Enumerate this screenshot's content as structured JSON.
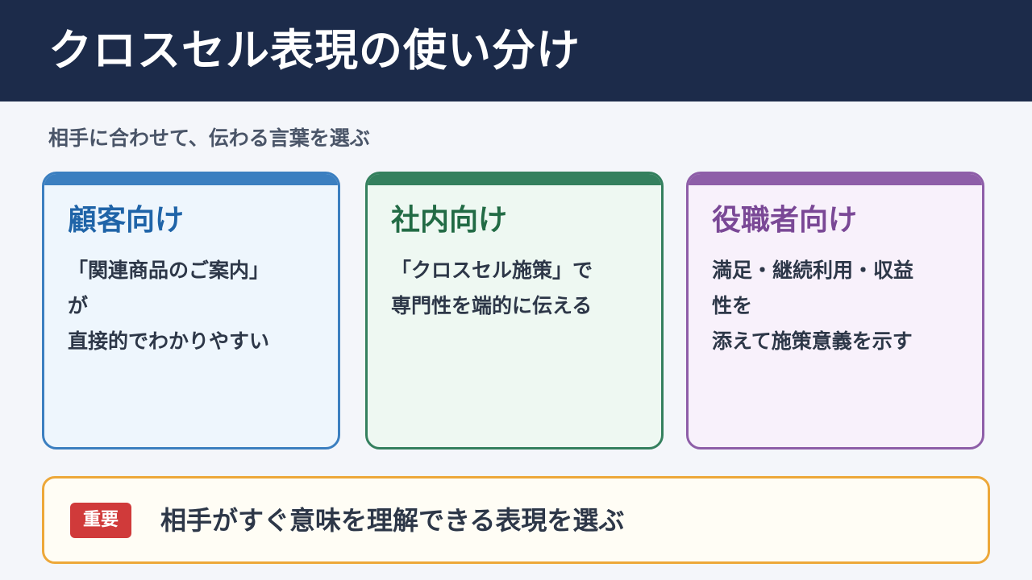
{
  "header": {
    "title": "クロスセル表現の使い分け"
  },
  "subtitle": "相手に合わせて、伝わる言葉を選ぶ",
  "cards": [
    {
      "title": "顧客向け",
      "lines": [
        "「関連商品のご案内」",
        "が",
        "直接的でわかりやすい"
      ],
      "accent_color": "#3b7fc0"
    },
    {
      "title": "社内向け",
      "lines": [
        "「クロスセル施策」で",
        "専門性を端的に伝える"
      ],
      "accent_color": "#34805e"
    },
    {
      "title": "役職者向け",
      "lines": [
        "満足・継続利用・収益",
        "性を",
        "添えて施策意義を示す"
      ],
      "accent_color": "#8e5ea8"
    }
  ],
  "important": {
    "badge": "重要",
    "text": "相手がすぐ意味を理解できる表現を選ぶ",
    "badge_color": "#d03a3a",
    "border_color": "#eda83a"
  },
  "colors": {
    "header_bg": "#1c2b4a",
    "page_bg": "#f4f6fa"
  }
}
